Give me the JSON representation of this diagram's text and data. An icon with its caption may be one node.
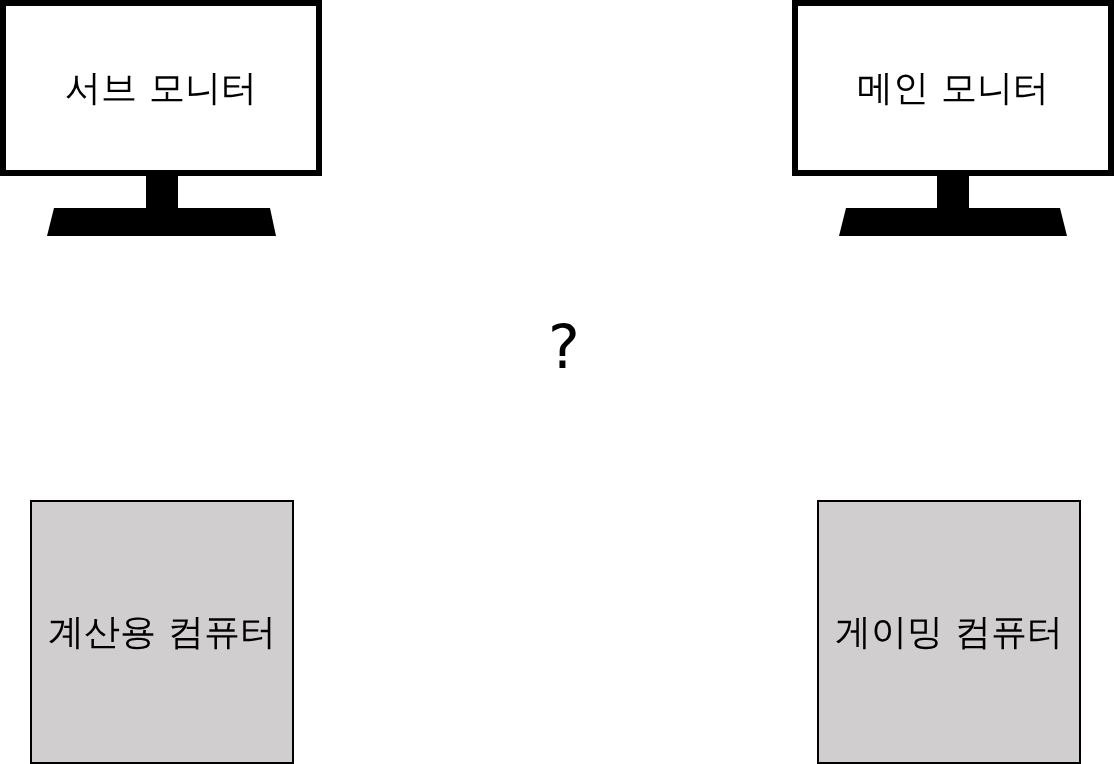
{
  "diagram": {
    "nodes": [
      {
        "text": [
          "서브 모니터"
        ]
      },
      {
        "text": [
          "메인 모니터"
        ]
      },
      {
        "text": [
          "계산용 컴퓨터"
        ]
      },
      {
        "text": [
          "게이밍 컴퓨터"
        ]
      }
    ],
    "labels": [
      "?"
    ]
  }
}
